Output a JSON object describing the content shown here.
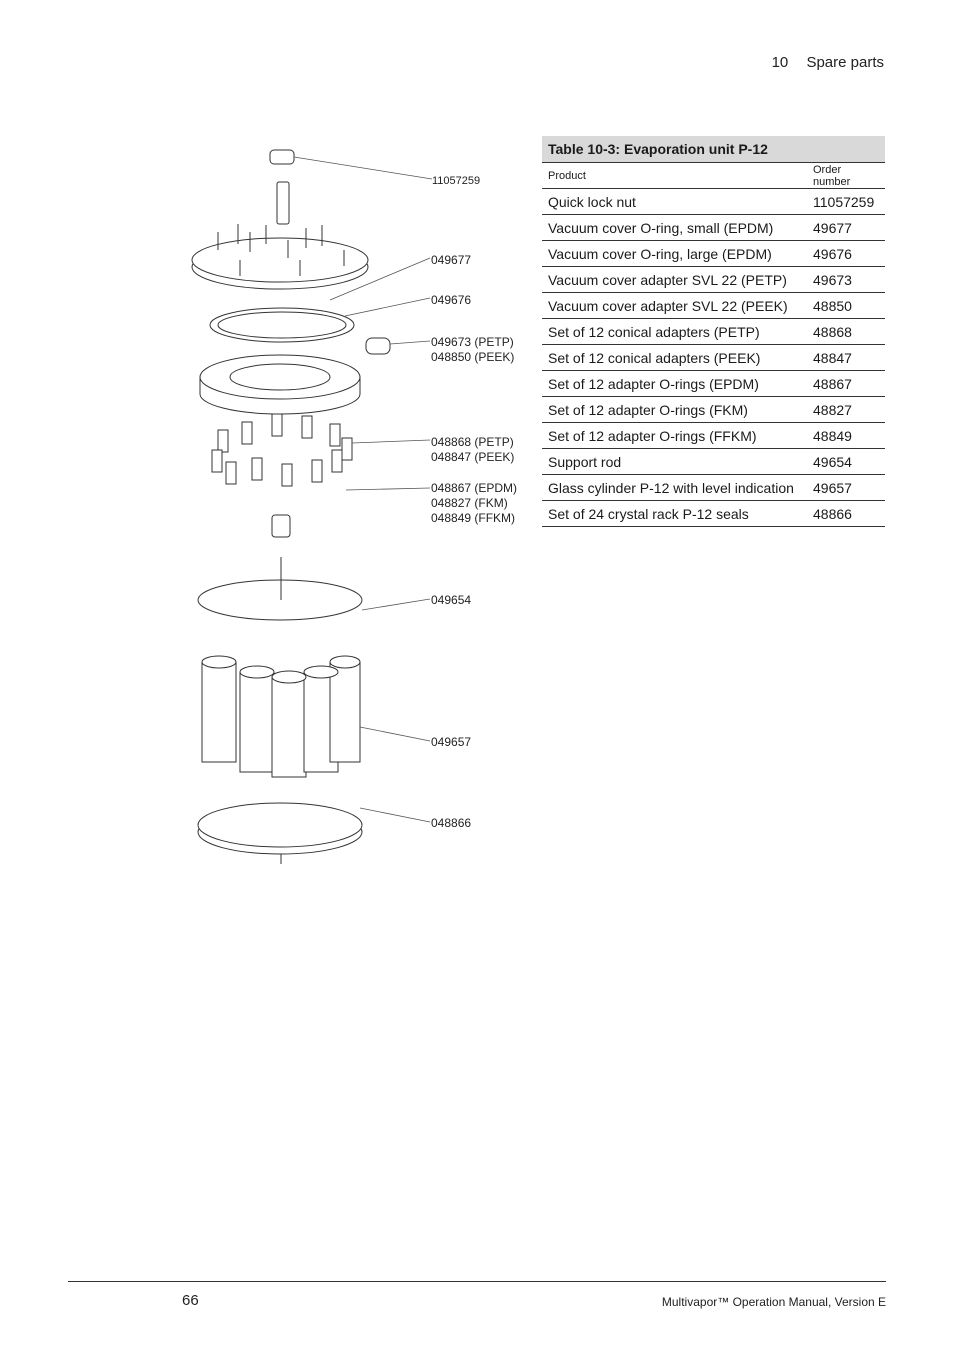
{
  "header": {
    "chapter_number": "10",
    "chapter_title": "Spare parts"
  },
  "table": {
    "title": "Table 10-3: Evaporation unit P-12",
    "columns": [
      "Product",
      "Order number"
    ],
    "rows": [
      {
        "product": "Quick lock nut",
        "order": "11057259"
      },
      {
        "product": "Vacuum cover O-ring, small (EPDM)",
        "order": "49677"
      },
      {
        "product": "Vacuum cover O-ring, large (EPDM)",
        "order": "49676"
      },
      {
        "product": "Vacuum cover adapter SVL 22 (PETP)",
        "order": "49673"
      },
      {
        "product": "Vacuum cover adapter SVL 22 (PEEK)",
        "order": "48850"
      },
      {
        "product": "Set of 12 conical adapters (PETP)",
        "order": "48868"
      },
      {
        "product": "Set of 12 conical adapters (PEEK)",
        "order": "48847"
      },
      {
        "product": "Set of 12 adapter O-rings (EPDM)",
        "order": "48867"
      },
      {
        "product": "Set of 12 adapter O-rings (FKM)",
        "order": "48827"
      },
      {
        "product": "Set of 12 adapter O-rings (FFKM)",
        "order": "48849"
      },
      {
        "product": "Support rod",
        "order": "49654"
      },
      {
        "product": "Glass cylinder P-12 with level indication",
        "order": "49657"
      },
      {
        "product": "Set of 24 crystal rack P-12 seals",
        "order": "48866"
      }
    ]
  },
  "figure": {
    "labels": {
      "nut": "11057259",
      "oring_small": "049677",
      "oring_large": "049676",
      "adapter_petp": "049673  (PETP)",
      "adapter_peek": "048850  (PEEK)",
      "conical_petp": "048868  (PETP)",
      "conical_peek": "048847  (PEEK)",
      "oring_epdm": "048867  (EPDM)",
      "oring_fkm": "048827  (FKM)",
      "oring_ffkm": "048849  (FFKM)",
      "support_rod": "049654",
      "glass_cylinder": "049657",
      "rack_seals": "048866"
    }
  },
  "footer": {
    "page_number": "66",
    "document_title": "Multivapor™ Operation Manual, Version E"
  }
}
